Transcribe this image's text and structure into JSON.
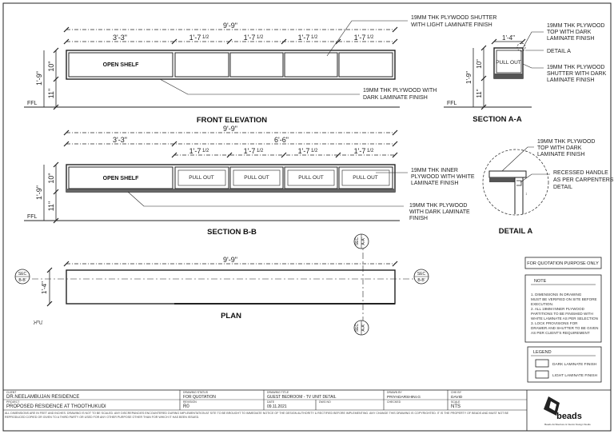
{
  "views": {
    "front_elevation": {
      "title": "FRONT ELEVATION",
      "dim_total": "9'-9\"",
      "dim_shelf": "3'-3\"",
      "dim_unit": "1'-7",
      "dim_unit_frac": "1/2",
      "dim_upper": "10\"",
      "dim_lower": "11\"",
      "dim_height": "1'-9\"",
      "open_shelf": "OPEN SHELF",
      "ffl": "FFL",
      "callout_shutter": [
        "19MM THK PLYWOOD SHUTTER",
        "WITH LIGHT LAMINATE FINISH"
      ],
      "callout_carcass": [
        "19MM THK PLYWOOD WITH",
        "DARK LAMINATE FINISH"
      ]
    },
    "section_aa": {
      "title": "SECTION A-A",
      "dim_width": "1'-4\"",
      "dim_upper": "10\"",
      "dim_lower": "11\"",
      "dim_height": "1'-9\"",
      "pull_out": "PULL OUT",
      "ffl": "FFL",
      "callout_top": [
        "19MM THK PLYWOOD",
        "TOP WITH DARK",
        "LAMINATE FINISH"
      ],
      "callout_detail": "DETAIL A",
      "callout_shutter": [
        "19MM THK PLYWOOD",
        "SHUTTER WITH DARK",
        "LAMINATE FINISH"
      ]
    },
    "section_bb": {
      "title": "SECTION B-B",
      "dim_total": "9'-9\"",
      "dim_shelf": "3'-3\"",
      "dim_right": "6'-6\"",
      "dim_unit": "1'-7",
      "dim_unit_frac": "1/2",
      "dim_upper": "10\"",
      "dim_lower": "11\"",
      "dim_height": "1'-9\"",
      "open_shelf": "OPEN SHELF",
      "pull_out": "PULL OUT",
      "ffl": "FFL",
      "callout_inner": [
        "19MM THK INNER",
        "PLYWOOD WITH WHITE",
        "LAMINATE FINISH"
      ],
      "callout_carcass": [
        "19MM THK PLYWOOD",
        "WITH DARK LAMINATE",
        "FINISH"
      ]
    },
    "detail_a": {
      "title": "DETAIL A",
      "callout_top": [
        "19MM THK PLYWOOD",
        "TOP WITH DARK",
        "LAMINATE FINISH"
      ],
      "callout_handle": [
        "RECESSED HANDLE",
        "AS PER CARPENTERS",
        "DETAIL"
      ]
    },
    "plan": {
      "title": "PLAN",
      "dim_total": "9'-9\"",
      "dim_depth": "1'-4\"",
      "sec_label": "SEC",
      "sec_bb": "B-B'",
      "sec_aa": "A-A'",
      "wall_mark": "ਮਾਪ"
    }
  },
  "side_panel": {
    "quotation": "FOR QUOTATION PURPOSE ONLY",
    "note_heading": "NOTE",
    "notes": [
      "1.      DIMENSIONS IN DRAWING",
      "MUST BE VERIFIED ON SITE BEFORE",
      "EXECUTION.",
      "2.      ALL 19MM INNER PLYWOOD",
      "PARTITIONS TO BE FINISHED WITH",
      "WHITE LAMINATE AS PER SELECTION",
      "3.      LOCK PROVISIONS FOR",
      "DRAWER AND SHUTTER TO BE GIVEN",
      "AS PER CLIENT'S REQUIREMENT"
    ],
    "legend_heading": "LEGEND",
    "legend": [
      "DARK LAMINATE FINISH",
      "LIGHT LAMINATE FINISH"
    ]
  },
  "title_block": {
    "client_label": "CLIENT",
    "client": "DR.NEELAMBUJAN RESIDENCE",
    "project_label": "PROJECT",
    "project": "PROPOSED RESIDENCE AT THOOTHUKUDI",
    "status_label": "DRAWING STATUS",
    "status": "FOR QUOTATION",
    "revision_label": "REVISION",
    "revision": "R0",
    "title_label": "DRAWING TITLE",
    "title": "GUEST BEDROOM - TV UNIT DETAIL",
    "date_label": "DATE",
    "date": "09.11.2021",
    "dwg_no_label": "DWG NO",
    "drawn_label": "DRAWN BY",
    "drawn": "PRIYADARSHINI.G",
    "checked_label": "CHECKED",
    "scale_label": "SCALE",
    "scale": "NTS",
    "checked_by_label": "CHK BY",
    "checked_by": "DAVID",
    "brand": "beads",
    "brand_sub": "Beads Architecture & Interior Design Studio",
    "disclaimer": "ALL DIMENSIONS ARE IN FEET AND INCHES. DRAWING IS NOT TO BE SCALED. ANY DISCREPANCIES ENCOUNTERED DURING IMPLEMENTATION AT SITE TO BE BROUGHT TO IMMEDIATE NOTICE OF THE DESIGN AUTHORITY & RECTIFIED BEFORE IMPLEMENTING. ANY CHANGE THIS DRAWING IS COPYRIGHTED. IT IS THE PROPERTY OF BEADS AND MUST NOT BE REPRODUCED COPIED OR GIVEN TO A THIRD PARTY OR USED FOR ANY OTHER PURPOSE OTHER THAN FOR WHICH IT HAS BEEN ISSUED."
  }
}
